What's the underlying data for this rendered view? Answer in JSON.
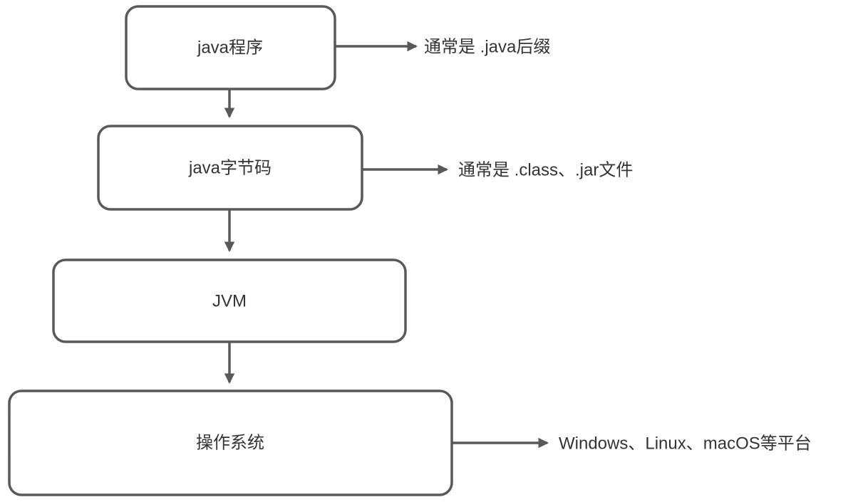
{
  "diagram": {
    "title": "java-execution-flow",
    "boxes": [
      {
        "id": "java-program",
        "label": "java程序"
      },
      {
        "id": "java-bytecode",
        "label": "java字节码"
      },
      {
        "id": "jvm",
        "label": "JVM"
      },
      {
        "id": "os",
        "label": "操作系统"
      }
    ],
    "annotations": [
      {
        "for": "java-program",
        "label": "通常是 .java后缀"
      },
      {
        "for": "java-bytecode",
        "label": "通常是 .class、.jar文件"
      },
      {
        "for": "os",
        "label": "Windows、Linux、macOS等平台"
      }
    ],
    "colors": {
      "stroke": "#595959",
      "text": "#333333",
      "box_fill": "#ffffff"
    }
  }
}
